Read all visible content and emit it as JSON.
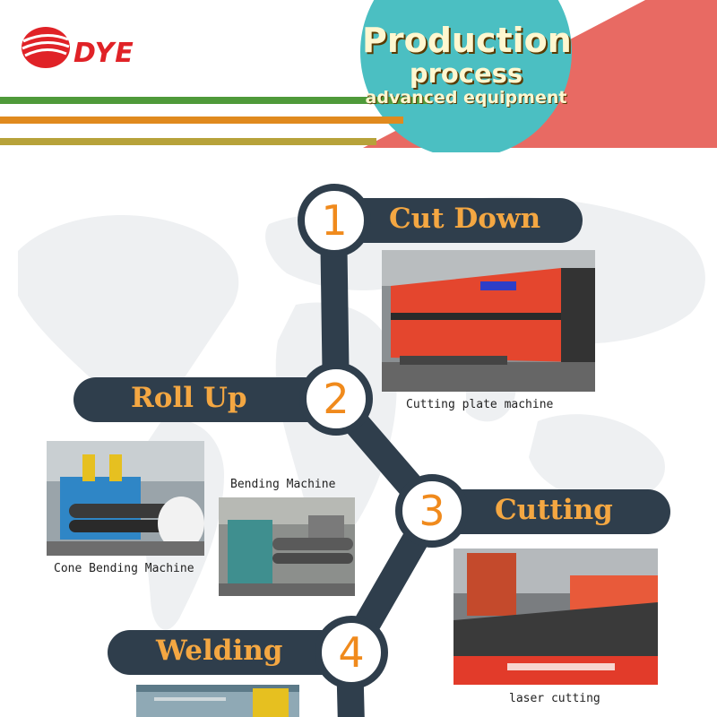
{
  "brand": {
    "logo_text": "DYE"
  },
  "header": {
    "title_line1": "Production",
    "title_line2": "process",
    "title_line3": "advanced equipment"
  },
  "colors": {
    "teal": "#4bbfc2",
    "salmon": "#e86a63",
    "pill": "#2f3e4c",
    "accent_orange": "#f08a1c",
    "stripe_green": "#4f9a3a",
    "stripe_orange": "#e08a1e",
    "stripe_olive": "#b7a23a"
  },
  "steps": [
    {
      "number": "1",
      "label": "Cut Down"
    },
    {
      "number": "2",
      "label": "Roll Up"
    },
    {
      "number": "3",
      "label": "Cutting"
    },
    {
      "number": "4",
      "label": "Welding"
    }
  ],
  "photos": {
    "cutting_plate_caption": "Cutting plate machine",
    "bending_caption": "Bending Machine",
    "cone_bending_caption": "Cone Bending Machine",
    "laser_caption": "laser cutting"
  }
}
